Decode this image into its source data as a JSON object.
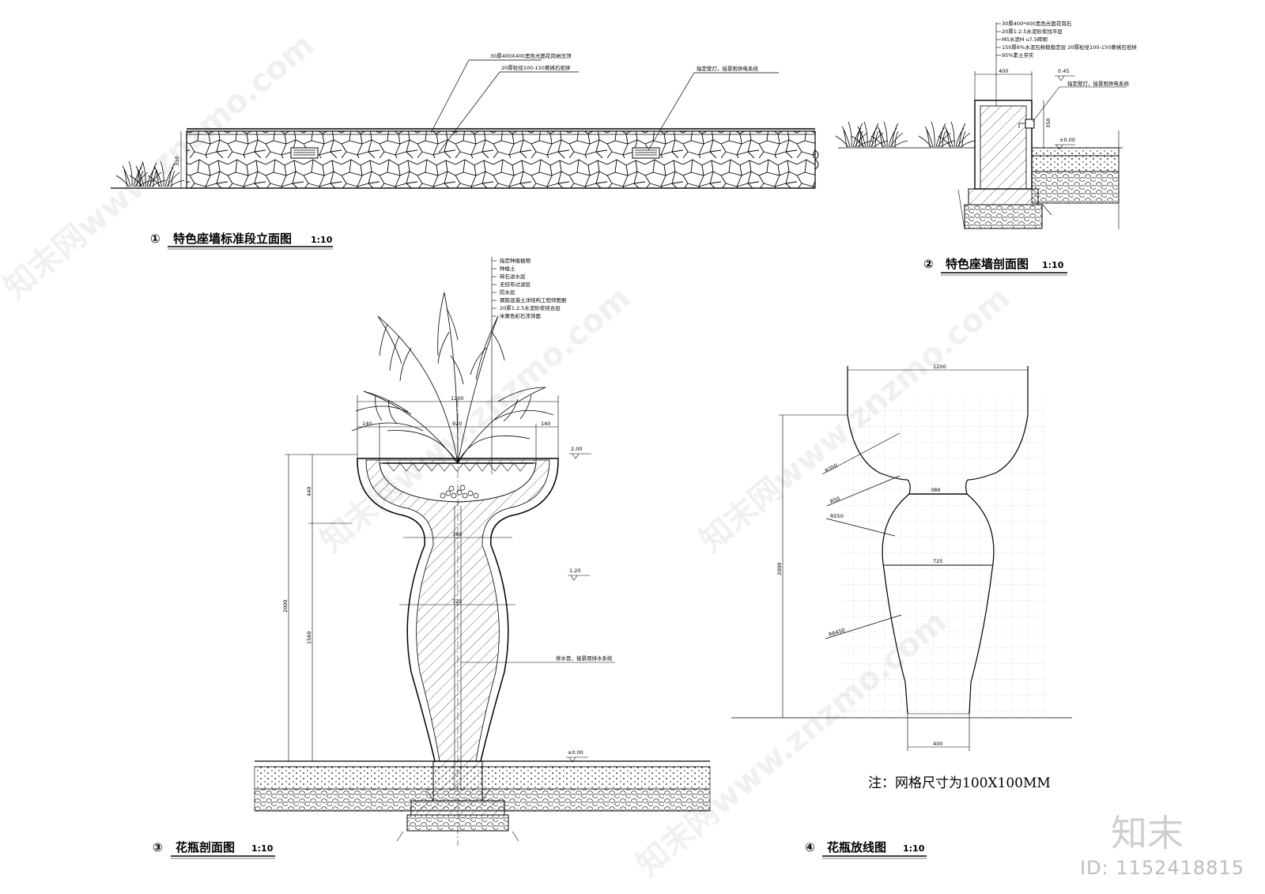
{
  "drawings": {
    "d1": {
      "number": "①",
      "title": "特色座墙标准段立面图",
      "scale": "1:10",
      "annotations": [
        "30厚400X400黑色光面花岗岩压顶",
        "20厚粒径100-150黄锈石密拼",
        "指定壁灯，接景观供电系统"
      ],
      "dims": [
        "350"
      ]
    },
    "d2": {
      "number": "②",
      "title": "特色座墙剖面图",
      "scale": "1:10",
      "layers": [
        "30厚400*400黑色光面花岗石",
        "20厚1:2.5水泥砂浆找平层",
        "M5水泥M u7.5砖砌",
        "150厚6%水泥石粉稳稳定层 20厚粒径100-150黄锈石密拼",
        "95%素土夯实"
      ],
      "lamp_note": "指定壁灯，接景观供电系统",
      "dims": [
        "400",
        "350"
      ],
      "levels": [
        "0.45",
        "±0.00"
      ]
    },
    "d3": {
      "number": "③",
      "title": "花瓶剖面图",
      "scale": "1:10",
      "layers": [
        "指定种植植物",
        "种植土",
        "碎石滤水层",
        "无纺布过滤层",
        "防水层",
        "钢筋混凝土详结构工程师图册",
        "20厚1:2.5水泥砂浆结合层",
        "米黄色彩石漆饰面"
      ],
      "drain_note": "排水管，接景观排水系统",
      "dims": [
        "1200",
        "140",
        "920",
        "140",
        "440",
        "2000",
        "1560",
        "380",
        "725"
      ],
      "levels": [
        "2.00",
        "1.20",
        "±0.00"
      ]
    },
    "d4": {
      "number": "④",
      "title": "花瓶放线图",
      "scale": "1:10",
      "dims": [
        "1200",
        "389",
        "725",
        "400",
        "2000"
      ],
      "radii": [
        "R350",
        "R50",
        "R550",
        "R6450"
      ],
      "note": "注：网格尺寸为100X100MM"
    }
  },
  "watermark": {
    "logo": "知末",
    "id": "ID: 1152418815",
    "diag": "知末网www.znzmo.com"
  }
}
